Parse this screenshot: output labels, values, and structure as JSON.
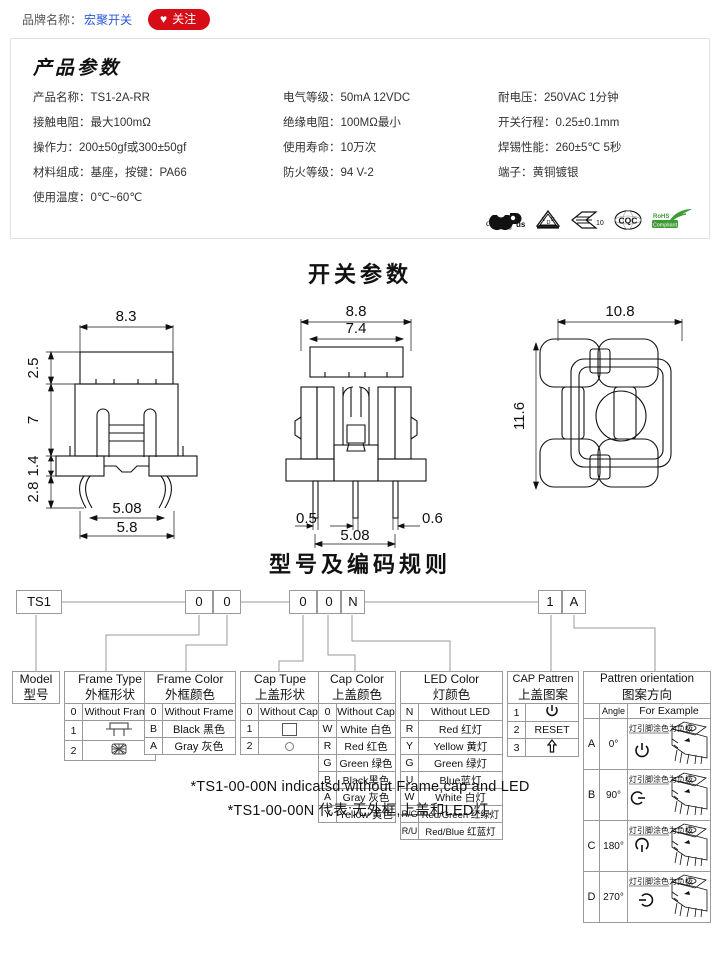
{
  "brand": {
    "label": "品牌名称：",
    "name": "宏聚开关",
    "follow_button": "关注",
    "heart_icon": "♥",
    "accent_color": "#d60c17",
    "link_color": "#2b58d8"
  },
  "spec": {
    "title": "产品参数",
    "rows": [
      [
        "产品名称：TS1-2A-RR",
        "电气等级：50mA  12VDC",
        "耐电压：250VAC  1分钟"
      ],
      [
        "接触电阻：最大100mΩ",
        "绝缘电阻：100MΩ最小",
        "开关行程：0.25±0.1mm"
      ],
      [
        "操作力：200±50gf或300±50gf",
        "使用寿命：10万次",
        "焊锡性能：260±5℃  5秒"
      ],
      [
        "材料组成：基座，按键：PA66",
        "防火等级：94 V-2",
        "端子：黄铜镀银"
      ],
      [
        "使用温度：0℃~60℃",
        "",
        ""
      ]
    ],
    "certifications": [
      {
        "name": "cul-us-icon",
        "label": "cULus"
      },
      {
        "name": "vde-icon",
        "label": "VDE"
      },
      {
        "name": "china-rohs-icon",
        "label": "10"
      },
      {
        "name": "cqc-icon",
        "label": "CQC"
      },
      {
        "name": "rohs-compliant-icon",
        "label": "RoHS Compliant"
      }
    ]
  },
  "switch_params": {
    "title": "开关参数",
    "views": [
      {
        "name": "front-view",
        "dims": [
          "8.3",
          "2.5",
          "7",
          "1.4",
          "2.8",
          "5.08",
          "5.8"
        ]
      },
      {
        "name": "side-view",
        "dims": [
          "8.8",
          "7.4",
          "0.5",
          "0.6",
          "5.08"
        ]
      },
      {
        "name": "top-view",
        "dims": [
          "10.8",
          "11.6"
        ]
      }
    ],
    "front": {
      "w_top": "8.3",
      "h_cap": "2.5",
      "h_body": "7",
      "h_flange": "1.4",
      "h_pin": "2.8",
      "pitch": "5.08",
      "width_base": "5.8"
    },
    "side": {
      "w_outer": "8.8",
      "w_inner": "7.4",
      "pin_w": "0.5",
      "pin_w2": "0.6",
      "pitch": "5.08"
    },
    "top": {
      "width": "10.8",
      "height": "11.6"
    }
  },
  "coding": {
    "title": "型号及编码规则",
    "code_boxes": [
      {
        "text": "TS1",
        "group": "model"
      },
      {
        "text": "0",
        "group": "frame-type"
      },
      {
        "text": "0",
        "group": "frame-color"
      },
      {
        "text": "0",
        "group": "cap-type"
      },
      {
        "text": "0",
        "group": "cap-color"
      },
      {
        "text": "N",
        "group": "led-color"
      },
      {
        "text": "1",
        "group": "cap-pattern"
      },
      {
        "text": "A",
        "group": "pattern-orientation"
      }
    ],
    "columns": [
      {
        "key": "model",
        "header_en": "Model",
        "header_cn": "型号",
        "rows": []
      },
      {
        "key": "frame_type",
        "header_en": "Frame Type",
        "header_cn": "外框形状",
        "rows": [
          {
            "code": "0",
            "value": "Without Frame",
            "icon": ""
          },
          {
            "code": "1",
            "value": "",
            "icon": "frame-shape-1-icon"
          },
          {
            "code": "2",
            "value": "",
            "icon": "frame-shape-2-icon"
          }
        ]
      },
      {
        "key": "frame_color",
        "header_en": "Frame Color",
        "header_cn": "外框颜色",
        "rows": [
          {
            "code": "0",
            "value": "Without Frame",
            "icon": ""
          },
          {
            "code": "B",
            "value": "Black 黑色",
            "icon": ""
          },
          {
            "code": "A",
            "value": "Gray 灰色",
            "icon": ""
          }
        ]
      },
      {
        "key": "cap_type",
        "header_en": "Cap Tupe",
        "header_cn": "上盖形状",
        "rows": [
          {
            "code": "0",
            "value": "Without Cap",
            "icon": ""
          },
          {
            "code": "1",
            "value": "",
            "icon": "cap-square-icon"
          },
          {
            "code": "2",
            "value": "",
            "icon": "cap-round-icon"
          }
        ]
      },
      {
        "key": "cap_color",
        "header_en": "Cap Color",
        "header_cn": "上盖颜色",
        "rows": [
          {
            "code": "0",
            "value": "Without Cap",
            "icon": ""
          },
          {
            "code": "W",
            "value": "White 白色",
            "icon": ""
          },
          {
            "code": "R",
            "value": "Red 红色",
            "icon": ""
          },
          {
            "code": "G",
            "value": "Green 绿色",
            "icon": ""
          },
          {
            "code": "B",
            "value": "Black黑色",
            "icon": ""
          },
          {
            "code": "A",
            "value": "Gray 灰色",
            "icon": ""
          },
          {
            "code": "Y",
            "value": "Yellow 黄色",
            "icon": ""
          }
        ]
      },
      {
        "key": "led_color",
        "header_en": "LED Color",
        "header_cn": "灯颜色",
        "rows": [
          {
            "code": "N",
            "value": "Without LED",
            "icon": ""
          },
          {
            "code": "R",
            "value": "Red 红灯",
            "icon": ""
          },
          {
            "code": "Y",
            "value": "Yellow 黄灯",
            "icon": ""
          },
          {
            "code": "G",
            "value": "Green 绿灯",
            "icon": ""
          },
          {
            "code": "U",
            "value": "Blue蓝灯",
            "icon": ""
          },
          {
            "code": "W",
            "value": "White 白灯",
            "icon": ""
          },
          {
            "code": "R/G",
            "value": "Red/Green 红绿灯",
            "icon": ""
          },
          {
            "code": "R/U",
            "value": "Red/Blue 红蓝灯",
            "icon": ""
          }
        ]
      },
      {
        "key": "cap_pattern",
        "header_en": "CAP Pattren",
        "header_cn": "上盖图案",
        "rows": [
          {
            "code": "1",
            "value": "⏻",
            "icon": "power-symbol-icon"
          },
          {
            "code": "2",
            "value": "RESET",
            "icon": ""
          },
          {
            "code": "3",
            "value": "⇧",
            "icon": "up-arrow-icon"
          }
        ]
      }
    ],
    "orientation": {
      "header_en": "Pattren orientation",
      "header_cn": "图案方向",
      "col_angle": "Angle",
      "col_example": "For  Example",
      "note": "灯引脚涂色为负极",
      "rows": [
        {
          "code": "A",
          "angle": "0°",
          "symbol": "⏻"
        },
        {
          "code": "B",
          "angle": "90°",
          "symbol": "⏻"
        },
        {
          "code": "C",
          "angle": "180°",
          "symbol": "⏻"
        },
        {
          "code": "D",
          "angle": "270°",
          "symbol": "⏻"
        }
      ]
    }
  },
  "notes": {
    "line1": "*TS1-00-00N indicatsd:without Frame,cap and LED",
    "line2": "*TS1-00-00N 代表:无外框,上盖和LED灯."
  }
}
